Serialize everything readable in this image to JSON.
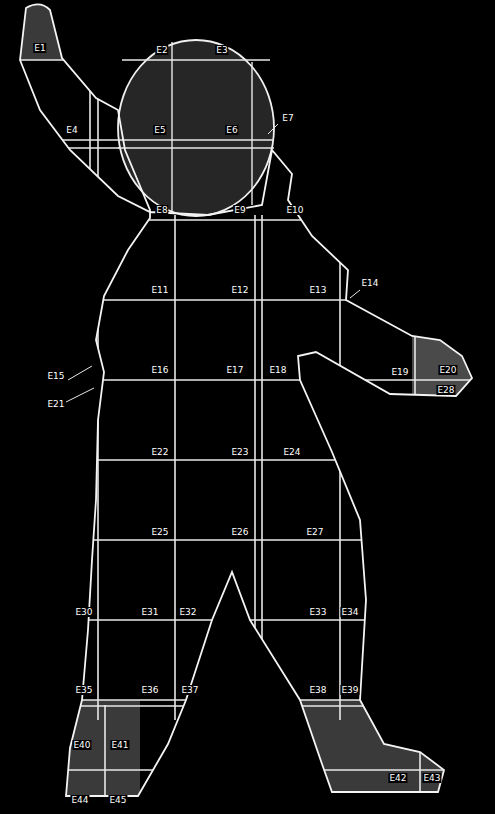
{
  "diagram": {
    "labels": [
      "E1",
      "E2",
      "E3",
      "E4",
      "E5",
      "E6",
      "E7",
      "E8",
      "E9",
      "E10",
      "E11",
      "E12",
      "E13",
      "E14",
      "E15",
      "E16",
      "E17",
      "E18",
      "E19",
      "E20",
      "E28",
      "E21",
      "E22",
      "E23",
      "E24",
      "E25",
      "E26",
      "E27",
      "E30",
      "E31",
      "E32",
      "E33",
      "E34",
      "E35",
      "E36",
      "E37",
      "E38",
      "E39",
      "E40",
      "E41",
      "E42",
      "E43",
      "E44",
      "E45"
    ]
  }
}
